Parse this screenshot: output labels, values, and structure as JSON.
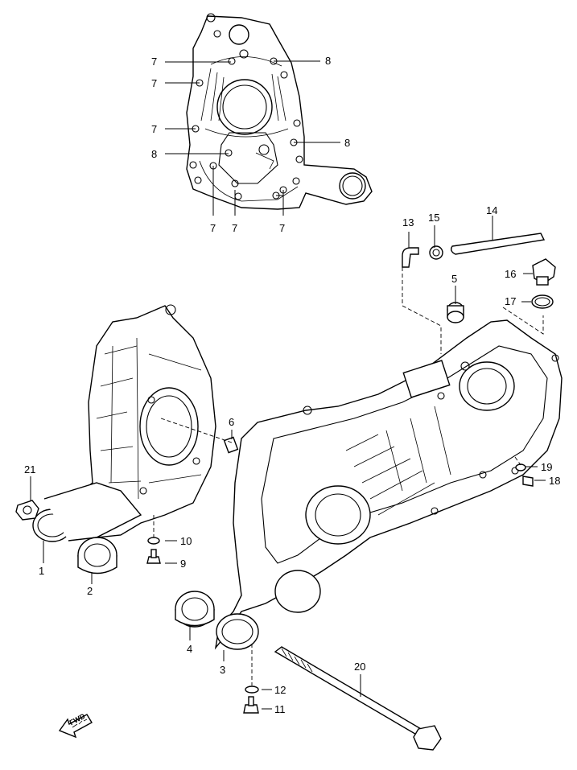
{
  "callouts": [
    {
      "id": "c1",
      "text": "1"
    },
    {
      "id": "c2",
      "text": "2"
    },
    {
      "id": "c3",
      "text": "3"
    },
    {
      "id": "c4",
      "text": "4"
    },
    {
      "id": "c5",
      "text": "5"
    },
    {
      "id": "c6",
      "text": "6"
    },
    {
      "id": "c7a",
      "text": "7"
    },
    {
      "id": "c7b",
      "text": "7"
    },
    {
      "id": "c7c",
      "text": "7"
    },
    {
      "id": "c7d",
      "text": "7"
    },
    {
      "id": "c7e",
      "text": "7"
    },
    {
      "id": "c7f",
      "text": "7"
    },
    {
      "id": "c8a",
      "text": "8"
    },
    {
      "id": "c8b",
      "text": "8"
    },
    {
      "id": "c8c",
      "text": "8"
    },
    {
      "id": "c9",
      "text": "9"
    },
    {
      "id": "c10",
      "text": "10"
    },
    {
      "id": "c11",
      "text": "11"
    },
    {
      "id": "c12",
      "text": "12"
    },
    {
      "id": "c13",
      "text": "13"
    },
    {
      "id": "c14",
      "text": "14"
    },
    {
      "id": "c15",
      "text": "15"
    },
    {
      "id": "c16",
      "text": "16"
    },
    {
      "id": "c17",
      "text": "17"
    },
    {
      "id": "c18",
      "text": "18"
    },
    {
      "id": "c19",
      "text": "19"
    },
    {
      "id": "c20",
      "text": "20"
    },
    {
      "id": "c21",
      "text": "21"
    }
  ],
  "direction_marker": {
    "text": "FWD",
    "icon": "forward-arrow-icon"
  }
}
